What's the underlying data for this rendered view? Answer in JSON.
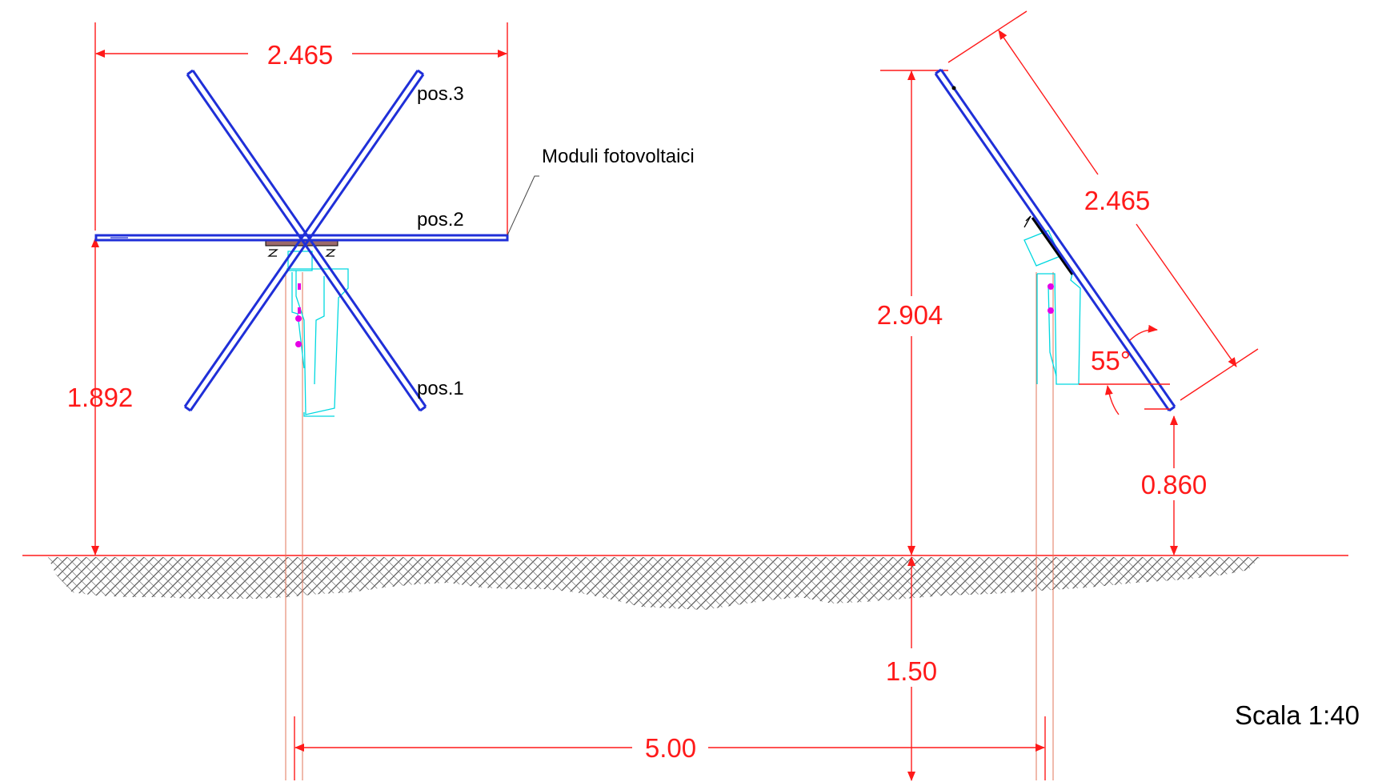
{
  "drawing": {
    "left_view": {
      "width_dim": "2.465",
      "height_dim": "1.892",
      "positions": [
        "pos.1",
        "pos.2",
        "pos.3"
      ],
      "callout": "Moduli fotovoltaici"
    },
    "right_view": {
      "total_height_dim": "2.904",
      "panel_length_dim": "2.465",
      "angle": "55°",
      "clearance_dim": "0.860"
    },
    "foundation_depth": "1.50",
    "post_spacing": "5.00",
    "scale": "Scala 1:40"
  },
  "colors": {
    "dimension": "#ff1a1a",
    "module": "#1f2fd8",
    "structure": "#00d8e0",
    "bolt": "#e600e6",
    "text": "#000000"
  }
}
